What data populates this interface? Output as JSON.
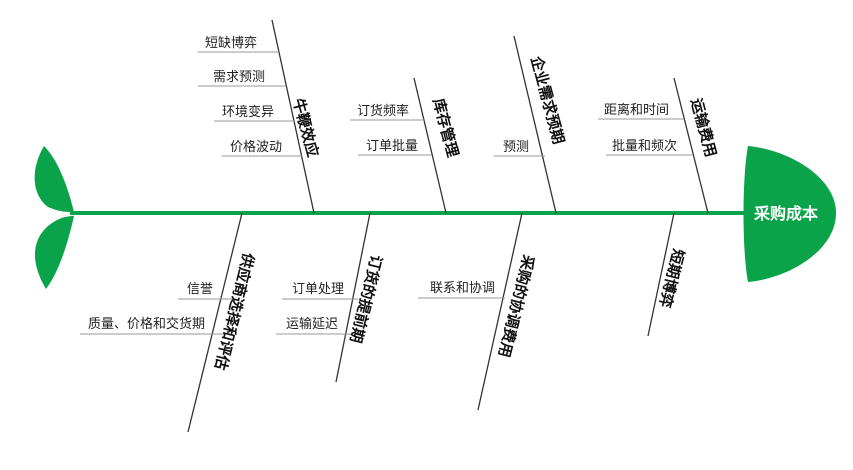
{
  "head": {
    "label": "采购成本",
    "color": "#0aa34a"
  },
  "spine_color": "#0aa34a",
  "top_branches": [
    {
      "label": "牛鞭效应",
      "causes": [
        "短缺博弈",
        "需求预测",
        "环境变异",
        "价格波动"
      ]
    },
    {
      "label": "库存管理",
      "causes": [
        "订货频率",
        "订单批量"
      ]
    },
    {
      "label": "企业需求预期",
      "causes": [
        "预测"
      ]
    },
    {
      "label": "运输费用",
      "causes": [
        "距离和时间",
        "批量和频次"
      ]
    }
  ],
  "bottom_branches": [
    {
      "label": "供应商选择和评估",
      "causes": [
        "信誉",
        "质量、价格和交货期"
      ]
    },
    {
      "label": "订货的提前期",
      "causes": [
        "订单处理",
        "运输延迟"
      ]
    },
    {
      "label": "采购的协调费用",
      "causes": [
        "联系和协调"
      ]
    },
    {
      "label": "短期博弈",
      "causes": []
    }
  ]
}
